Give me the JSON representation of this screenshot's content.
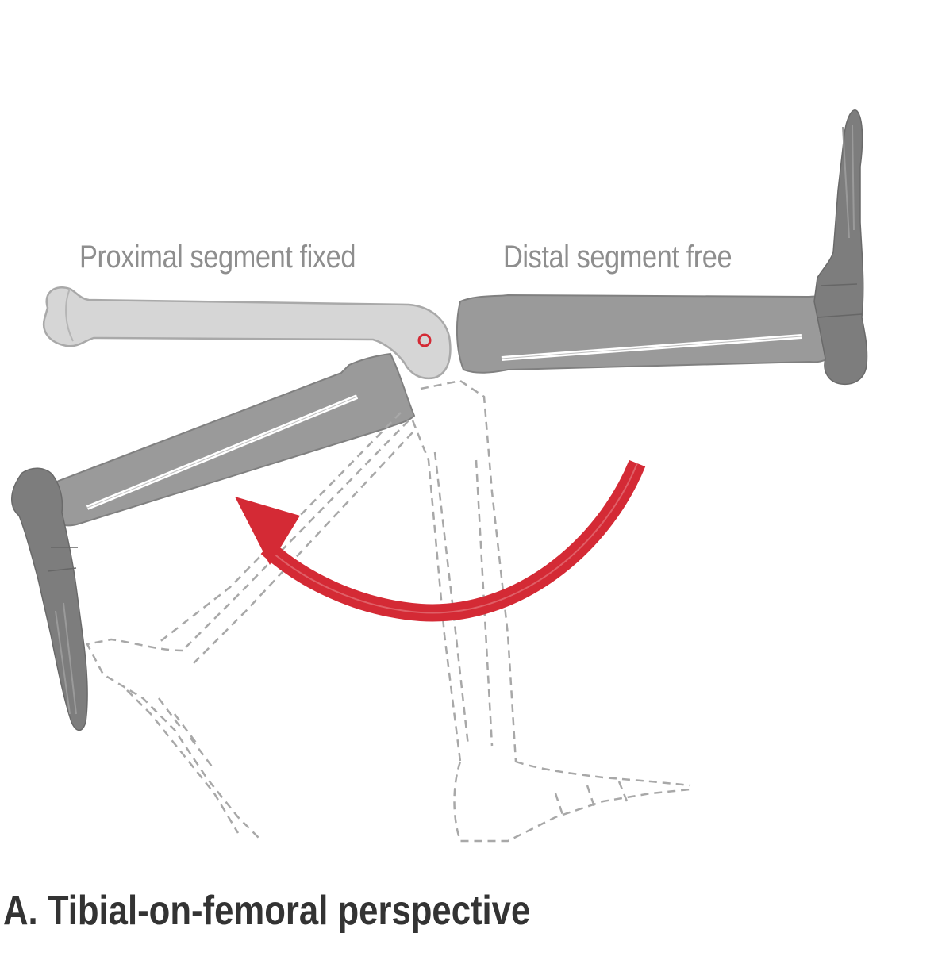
{
  "labels": {
    "proximal": "Proximal segment fixed",
    "distal": "Distal segment free"
  },
  "caption": "A. Tibial-on-femoral perspective",
  "colors": {
    "femur": "#d6d6d6",
    "tibia": "#9a9a9a",
    "foot": "#7a7a7a",
    "arrow": "#d42a35",
    "axis_marker": "#d42a35",
    "dashed_outline": "#a8a8a8",
    "label_text": "#8e8e8e",
    "caption_text": "#333333"
  },
  "icons": {
    "motion_arrow": "curved-arrow-icon",
    "axis_of_rotation": "axis-circle-icon"
  }
}
